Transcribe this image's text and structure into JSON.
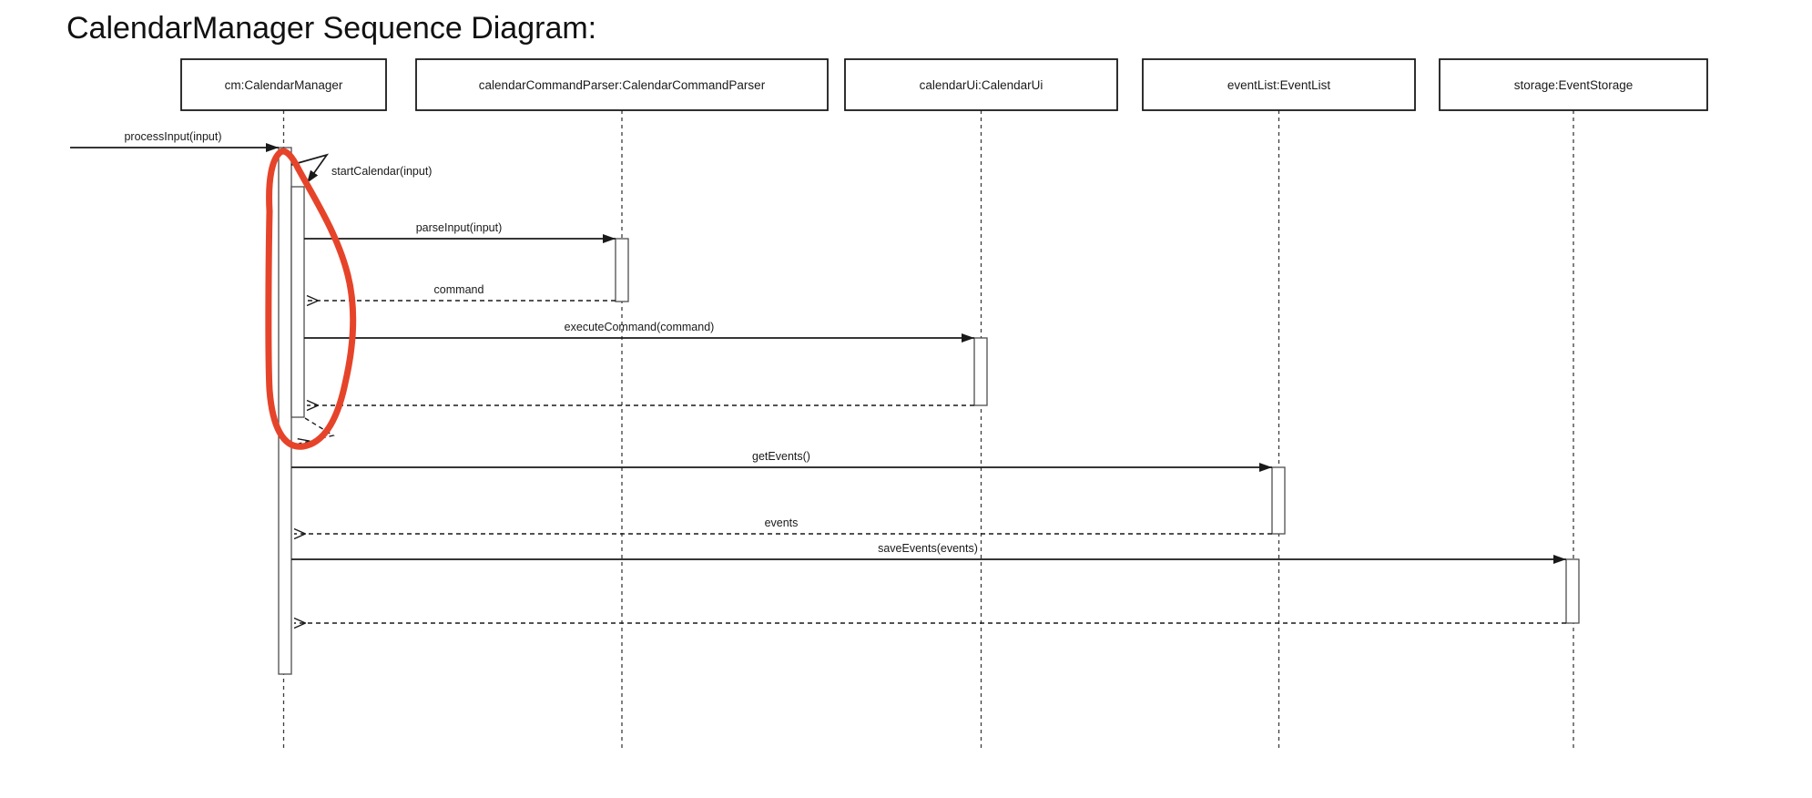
{
  "title": "CalendarManager Sequence Diagram:",
  "diagram_type": "uml-sequence",
  "colors": {
    "background": "#ffffff",
    "line": "#1a1a1a",
    "box_fill": "#ffffff",
    "box_border": "#1a1a1a",
    "activation_bar_fill": "#ffffff",
    "activation_bar_border": "#4d4d4d",
    "annotation_red": "#e6442a"
  },
  "participants": [
    {
      "label": "cm:CalendarManager"
    },
    {
      "label": "calendarCommandParser:CalendarCommandParser"
    },
    {
      "label": "calendarUi:CalendarUi"
    },
    {
      "label": "eventList:EventList"
    },
    {
      "label": "storage:EventStorage"
    }
  ],
  "messages": [
    {
      "label": "processInput(input)",
      "kind": "sync",
      "from": "external",
      "to": "cm"
    },
    {
      "label": "startCalendar(input)",
      "kind": "self",
      "from": "cm",
      "to": "cm"
    },
    {
      "label": "parseInput(input)",
      "kind": "sync",
      "from": "cm",
      "to": "calendarCommandParser"
    },
    {
      "label": "command",
      "kind": "return",
      "from": "calendarCommandParser",
      "to": "cm"
    },
    {
      "label": "executeCommand(command)",
      "kind": "sync",
      "from": "cm",
      "to": "calendarUi"
    },
    {
      "label": "",
      "kind": "return",
      "from": "calendarUi",
      "to": "cm"
    },
    {
      "label": "",
      "kind": "self-return",
      "from": "cm",
      "to": "cm"
    },
    {
      "label": "getEvents()",
      "kind": "sync",
      "from": "cm",
      "to": "eventList"
    },
    {
      "label": "events",
      "kind": "return",
      "from": "eventList",
      "to": "cm"
    },
    {
      "label": "saveEvents(events)",
      "kind": "sync",
      "from": "cm",
      "to": "storage"
    },
    {
      "label": "",
      "kind": "return",
      "from": "storage",
      "to": "cm"
    }
  ],
  "annotation": {
    "description": "hand-drawn red loop circled around the cm activation bars",
    "color": "#e6442a"
  }
}
